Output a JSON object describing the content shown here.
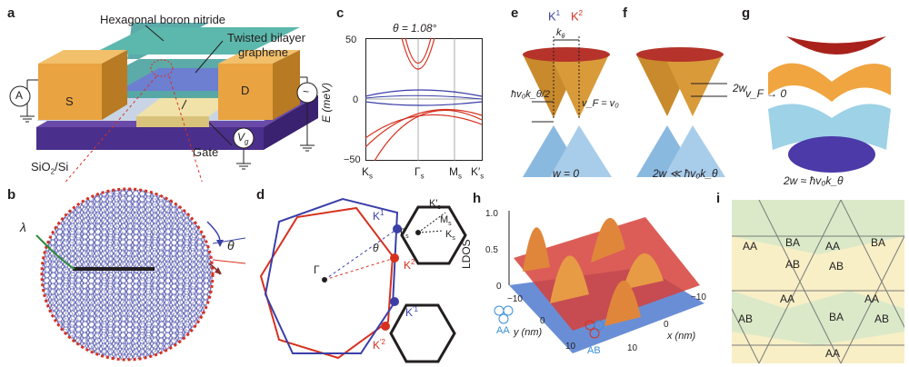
{
  "panels": {
    "a": {
      "letter": "a",
      "hbn": "Hexagonal boron nitride",
      "tbg_line1": "Twisted bilayer",
      "tbg_line2": "graphene",
      "source": "S",
      "drain": "D",
      "ammeter": "A",
      "ac": "~",
      "vg": "V",
      "vg_sub": "g",
      "gate": "Gate",
      "substrate": "SiO",
      "substrate_sub": "2",
      "substrate_tail": "/Si"
    },
    "b": {
      "letter": "b",
      "lambda": "λ",
      "theta": "θ"
    },
    "c": {
      "letter": "c",
      "title": "θ = 1.08°",
      "ylabel": "E (meV)",
      "yticks": [
        "50",
        "0",
        "−50"
      ],
      "xticks": [
        "K",
        "Γ",
        "M",
        "K′"
      ],
      "xtick_subs": [
        "s",
        "s",
        "s",
        "s"
      ]
    },
    "d": {
      "letter": "d",
      "gamma": "Γ",
      "theta": "θ",
      "k1": "K",
      "k1_sup": "1",
      "k2": "K",
      "k2_sup": "2",
      "kp1": "K",
      "kp1_sup": "′1",
      "kp2": "K",
      "kp2_sup": "′2",
      "ks": "K",
      "ksp": "K′",
      "ms": "M",
      "gs": "Γ",
      "s": "s"
    },
    "e": {
      "letter": "e",
      "k1": "K",
      "k1_sup": "1",
      "k2": "K",
      "k2_sup": "2",
      "ktheta": "k",
      "ktheta_sub": "θ",
      "hv_label": "ħv₀k_θ/2",
      "vf_label": "v_F = v₀",
      "caption": "w = 0"
    },
    "f": {
      "letter": "f",
      "two_w": "2w",
      "caption": "2w ≪ ħv₀k_θ"
    },
    "g": {
      "letter": "g",
      "vf": "v_F → 0",
      "caption": "2w ≈ ħv₀k_θ"
    },
    "h": {
      "letter": "h",
      "ylabel": "LDOS",
      "zticks": [
        "1.0",
        "0.5",
        "0"
      ],
      "y_axis": "y (nm)",
      "x_axis": "x (nm)",
      "yticks": [
        "−10",
        "0",
        "10"
      ],
      "xticks": [
        "−10",
        "0",
        "10"
      ],
      "stack_aa": "AA",
      "stack_ab": "AB"
    },
    "i": {
      "letter": "i",
      "aa": "AA",
      "ab": "AB",
      "ba": "BA"
    }
  },
  "colors": {
    "blue": "#3a3fa8",
    "red": "#d6311f",
    "green_bg": "#dbe9c8",
    "yellow_bg": "#f8efc6",
    "gold": "#c88a2c",
    "cone_blue": "#8ab9e0",
    "purple": "#4b2f8c"
  }
}
